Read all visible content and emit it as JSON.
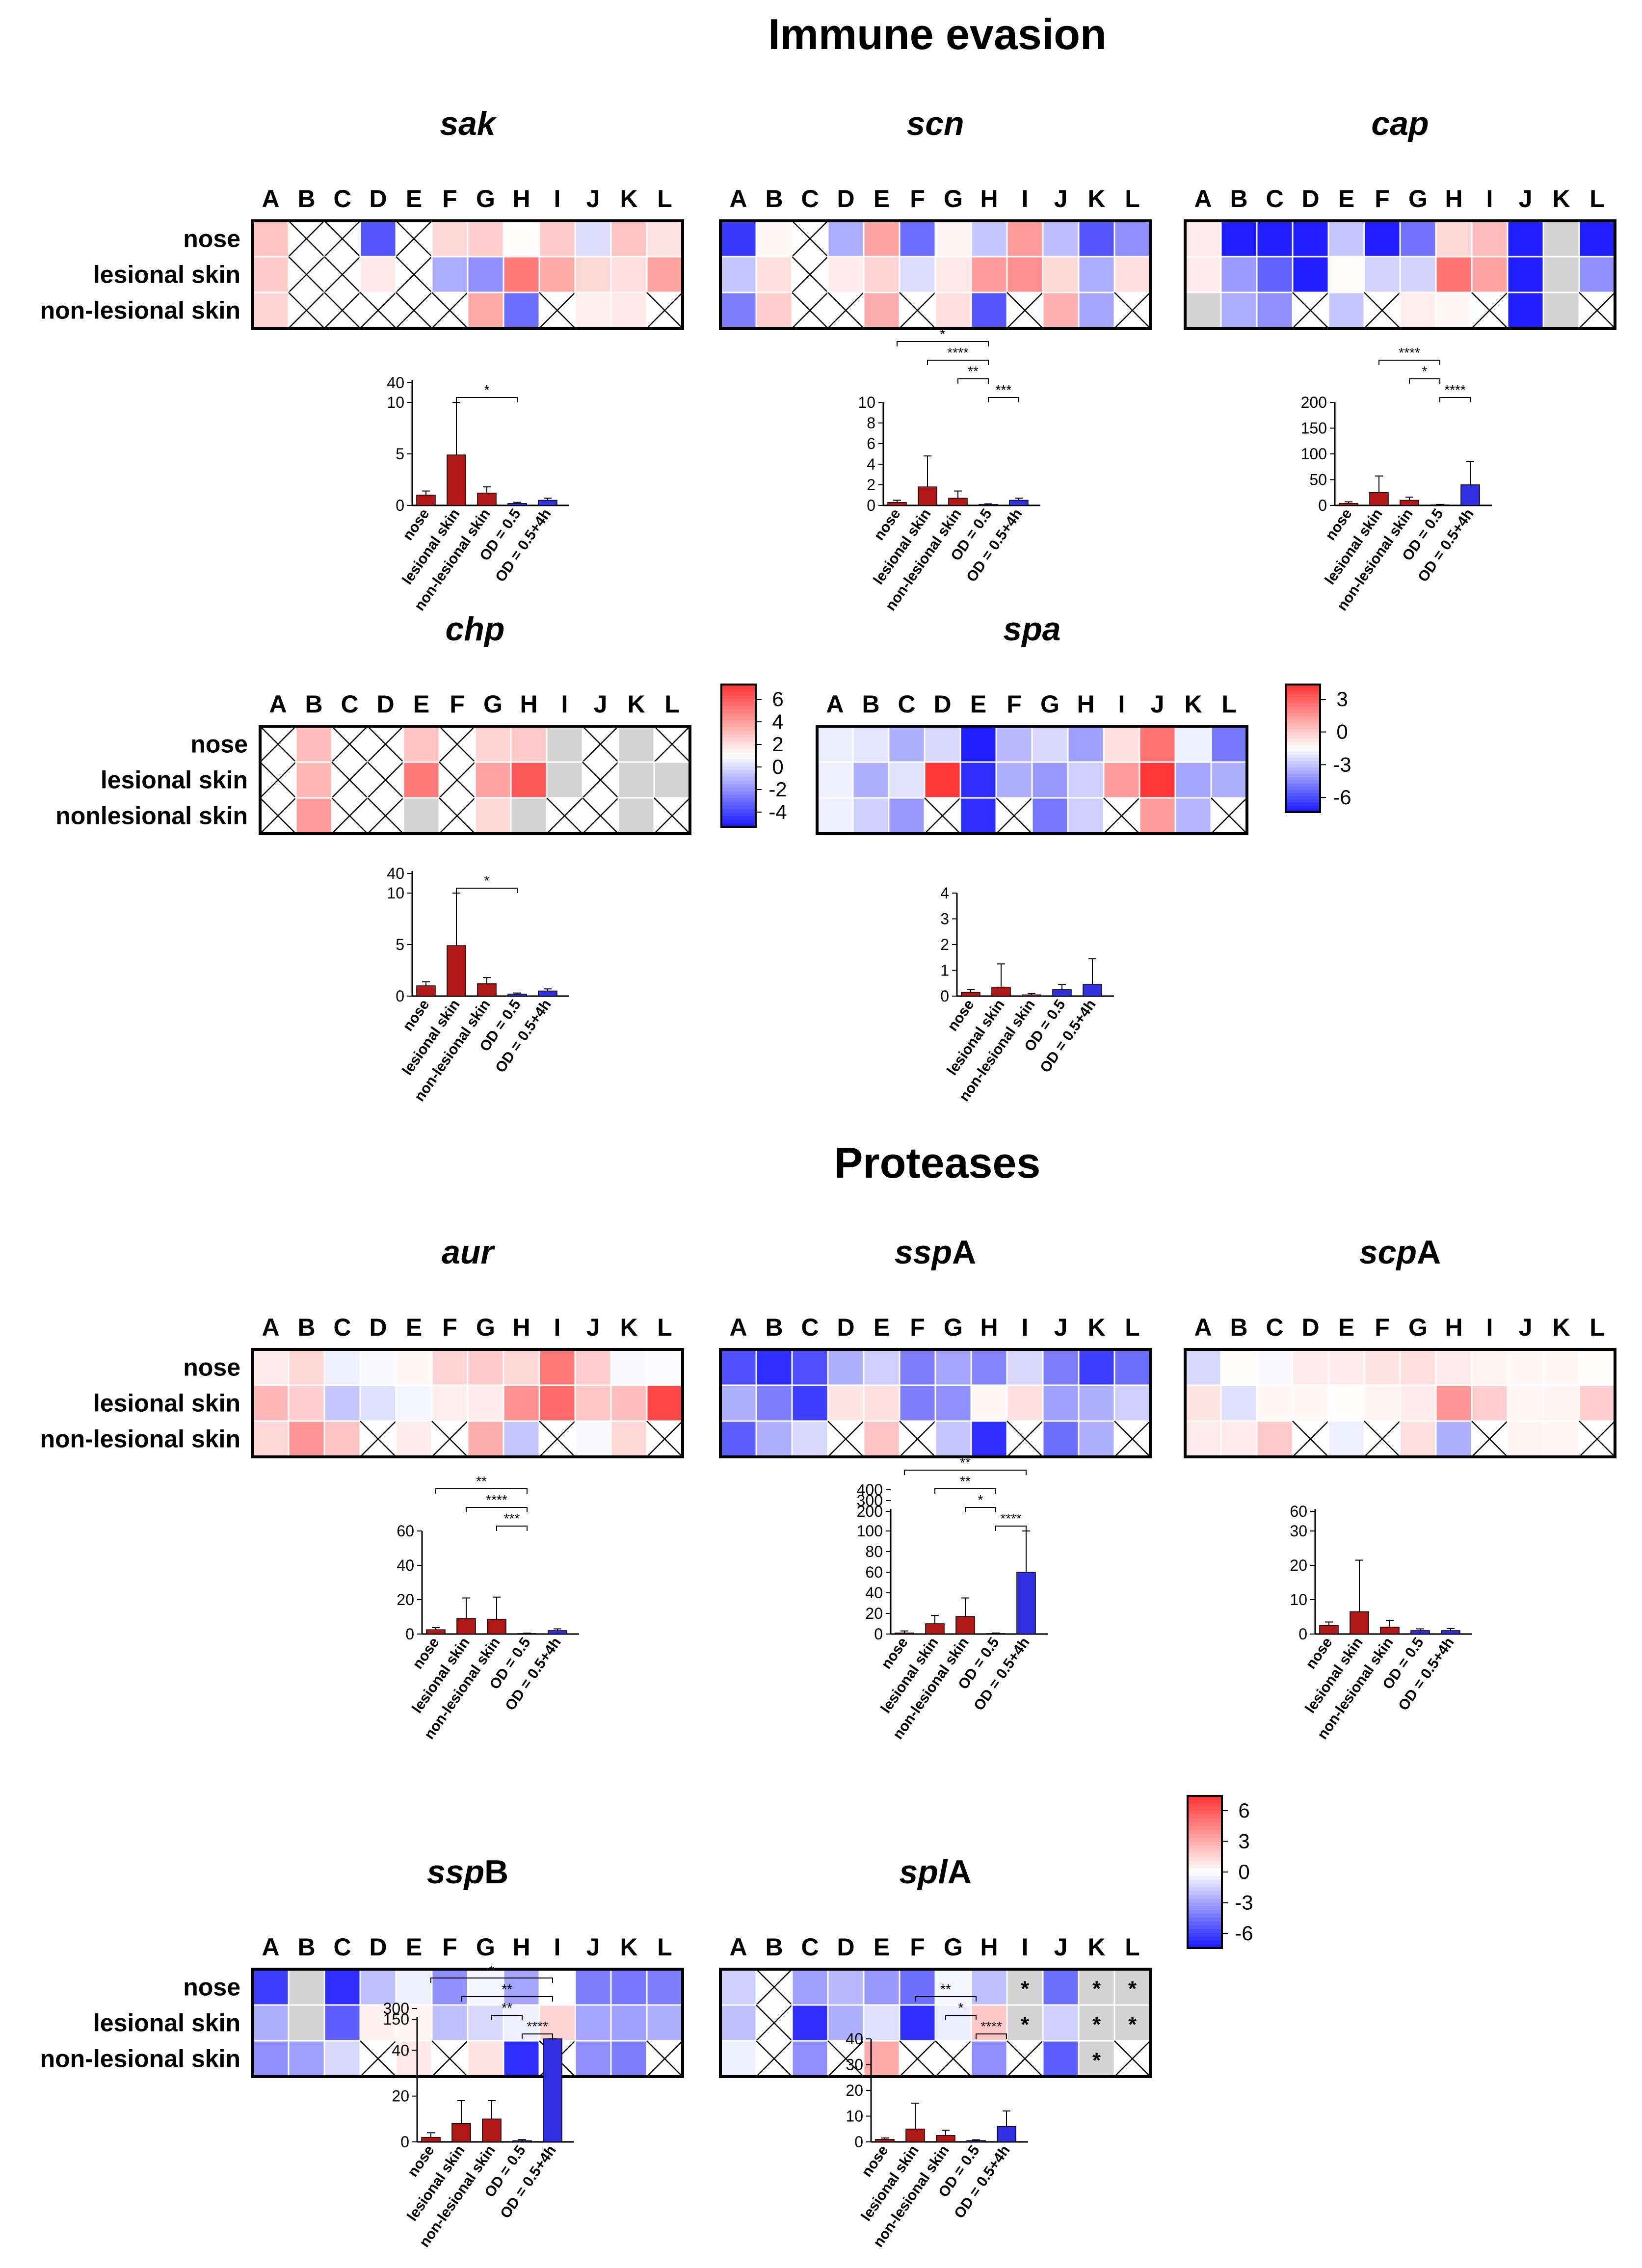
{
  "sections": [
    {
      "title": "Immune evasion"
    },
    {
      "title": "Proteases"
    }
  ],
  "columns": [
    "A",
    "B",
    "C",
    "D",
    "E",
    "F",
    "G",
    "H",
    "I",
    "J",
    "K",
    "L"
  ],
  "bar_categories": [
    "nose",
    "lesional skin",
    "non-lesional skin",
    "OD = 0.5",
    "OD = 0.5+4h"
  ],
  "colorbars": [
    {
      "ticks": [
        "6",
        "4",
        "2",
        "0",
        "-2",
        "-4"
      ]
    },
    {
      "ticks": [
        "3",
        "0",
        "-3",
        "-6"
      ]
    },
    {
      "ticks": [
        "6",
        "3",
        "0",
        "-3",
        "-6"
      ]
    }
  ],
  "chart_data": [
    {
      "type": "heatmap",
      "gene": "sak",
      "gene_italic": "sak",
      "gene_suffix": "",
      "rows": [
        "nose",
        "lesional skin",
        "non-lesional skin"
      ],
      "columns": [
        "A",
        "B",
        "C",
        "D",
        "E",
        "F",
        "G",
        "H",
        "I",
        "J",
        "K",
        "L"
      ],
      "values": [
        [
          1.8,
          "x",
          "x",
          -3.0,
          "x",
          1.2,
          1.5,
          0.1,
          1.6,
          -0.6,
          1.8,
          0.8
        ],
        [
          1.6,
          "x",
          "x",
          0.7,
          "x",
          -1.5,
          -2.0,
          4.0,
          2.6,
          1.2,
          1.0,
          2.8
        ],
        [
          1.3,
          "x",
          "x",
          "x",
          "x",
          "x",
          2.6,
          -2.6,
          "x",
          0.5,
          0.7,
          "x"
        ]
      ],
      "color_range": [
        -4,
        6
      ]
    },
    {
      "type": "bar",
      "gene": "sak",
      "categories": [
        "nose",
        "lesional skin",
        "non-lesional skin",
        "OD = 0.5",
        "OD = 0.5+4h"
      ],
      "values": [
        1.0,
        4.9,
        1.2,
        0.2,
        0.5
      ],
      "errors": [
        0.4,
        5.5,
        0.6,
        0.1,
        0.2
      ],
      "y_ticks": [
        "0",
        "5",
        "10",
        "40"
      ],
      "y_max": 10,
      "broken_axis": true,
      "upper_label": "40",
      "significance": [
        {
          "from": 1,
          "to": 3,
          "label": "*"
        }
      ]
    },
    {
      "type": "heatmap",
      "gene": "scn",
      "gene_italic": "scn",
      "gene_suffix": "",
      "rows": [
        "nose",
        "lesional skin",
        "non-lesional skin"
      ],
      "columns": [
        "A",
        "B",
        "C",
        "D",
        "E",
        "F",
        "G",
        "H",
        "I",
        "J",
        "K",
        "L"
      ],
      "values": [
        [
          -3.5,
          0.2,
          "x",
          -1.5,
          2.8,
          -2.6,
          0.4,
          -1.0,
          3.0,
          -1.2,
          -3.0,
          -2.0
        ],
        [
          -1.0,
          1.0,
          "x",
          0.6,
          1.3,
          -0.6,
          0.7,
          3.0,
          3.4,
          1.2,
          -1.5,
          1.0
        ],
        [
          -2.3,
          1.5,
          "x",
          "x",
          2.5,
          "x",
          1.0,
          -3.0,
          "x",
          2.4,
          -1.6,
          "x"
        ]
      ],
      "color_range": [
        -4,
        6
      ]
    },
    {
      "type": "bar",
      "gene": "scn",
      "categories": [
        "nose",
        "lesional skin",
        "non-lesional skin",
        "OD = 0.5",
        "OD = 0.5+4h"
      ],
      "values": [
        0.3,
        1.8,
        0.7,
        0.1,
        0.5
      ],
      "errors": [
        0.2,
        3.0,
        0.7,
        0.05,
        0.2
      ],
      "y_ticks": [
        "0",
        "2",
        "4",
        "6",
        "8",
        "10"
      ],
      "y_max": 10,
      "broken_axis": false,
      "significance": [
        {
          "from": 0,
          "to": 3,
          "label": "*"
        },
        {
          "from": 1,
          "to": 3,
          "label": "****"
        },
        {
          "from": 2,
          "to": 3,
          "label": "**"
        },
        {
          "from": 3,
          "to": 4,
          "label": "***"
        }
      ]
    },
    {
      "type": "heatmap",
      "gene": "cap",
      "gene_italic": "cap",
      "gene_suffix": "",
      "rows": [
        "nose",
        "lesional skin",
        "non-lesional skin"
      ],
      "columns": [
        "A",
        "B",
        "C",
        "D",
        "E",
        "F",
        "G",
        "H",
        "I",
        "J",
        "K",
        "L"
      ],
      "values": [
        [
          0.6,
          -6.0,
          -6.5,
          -5.2,
          -1.0,
          -6.0,
          -2.5,
          1.2,
          2.0,
          -6.0,
          "na",
          -6.5
        ],
        [
          0.6,
          -1.8,
          -2.8,
          -4.0,
          0.1,
          -0.8,
          -0.8,
          4.2,
          2.8,
          -4.5,
          "na",
          -2.0
        ],
        [
          "na",
          -1.5,
          -2.0,
          "x",
          -1.0,
          "x",
          0.5,
          0.2,
          "x",
          -6.5,
          "na",
          "x"
        ]
      ],
      "color_range": [
        -4,
        6
      ]
    },
    {
      "type": "bar",
      "gene": "cap",
      "categories": [
        "nose",
        "lesional skin",
        "non-lesional skin",
        "OD = 0.5",
        "OD = 0.5+4h"
      ],
      "values": [
        4,
        25,
        10,
        1,
        40
      ],
      "errors": [
        3,
        32,
        6,
        1,
        45
      ],
      "y_ticks": [
        "0",
        "50",
        "100",
        "150",
        "200"
      ],
      "y_max": 200,
      "broken_axis": false,
      "significance": [
        {
          "from": 1,
          "to": 3,
          "label": "****"
        },
        {
          "from": 2,
          "to": 3,
          "label": "*"
        },
        {
          "from": 3,
          "to": 4,
          "label": "****"
        }
      ]
    },
    {
      "type": "heatmap",
      "gene": "chp",
      "gene_italic": "chp",
      "gene_suffix": "",
      "rows": [
        "nose",
        "lesional skin",
        "nonlesional skin"
      ],
      "columns": [
        "A",
        "B",
        "C",
        "D",
        "E",
        "F",
        "G",
        "H",
        "I",
        "J",
        "K",
        "L"
      ],
      "values": [
        [
          "x",
          2.0,
          "x",
          "x",
          1.8,
          "x",
          1.3,
          1.6,
          "na",
          "x",
          "na",
          "x"
        ],
        [
          "x",
          2.2,
          "x",
          "x",
          4.0,
          "x",
          2.8,
          5.0,
          "na",
          "x",
          "na",
          "na"
        ],
        [
          "x",
          3.0,
          "x",
          "x",
          "na",
          "x",
          1.2,
          "na",
          "x",
          "x",
          "na",
          "x"
        ]
      ],
      "color_range": [
        -4,
        6
      ]
    },
    {
      "type": "bar",
      "gene": "chp",
      "categories": [
        "nose",
        "lesional skin",
        "non-lesional skin",
        "OD = 0.5",
        "OD = 0.5+4h"
      ],
      "values": [
        1.0,
        4.9,
        1.2,
        0.2,
        0.5
      ],
      "errors": [
        0.4,
        5.5,
        0.6,
        0.1,
        0.2
      ],
      "y_ticks": [
        "0",
        "5",
        "10",
        "40"
      ],
      "y_max": 10,
      "broken_axis": true,
      "upper_label": "40",
      "significance": [
        {
          "from": 1,
          "to": 3,
          "label": "*"
        }
      ]
    },
    {
      "type": "heatmap",
      "gene": "spa",
      "gene_italic": "spa",
      "gene_suffix": "",
      "rows": [
        "nose",
        "lesional skin",
        "nonlesional skin"
      ],
      "columns": [
        "A",
        "B",
        "C",
        "D",
        "E",
        "F",
        "G",
        "H",
        "I",
        "J",
        "K",
        "L"
      ],
      "values": [
        [
          -0.6,
          -0.8,
          -2.5,
          -1.2,
          -7.0,
          -2.2,
          -1.2,
          -3.0,
          0.6,
          2.8,
          -0.5,
          -4.2
        ],
        [
          -0.5,
          -2.5,
          -0.9,
          4.0,
          -6.5,
          -2.5,
          -3.2,
          -1.5,
          2.0,
          4.5,
          -2.8,
          -2.5
        ],
        [
          -0.5,
          -1.5,
          -3.2,
          "x",
          -6.5,
          "x",
          -4.2,
          -1.5,
          "x",
          2.0,
          -2.3,
          "x"
        ]
      ],
      "color_range": [
        -7,
        4
      ]
    },
    {
      "type": "bar",
      "gene": "spa",
      "categories": [
        "nose",
        "lesional skin",
        "non-lesional skin",
        "OD = 0.5",
        "OD = 0.5+4h"
      ],
      "values": [
        0.15,
        0.35,
        0.05,
        0.25,
        0.45
      ],
      "errors": [
        0.1,
        0.9,
        0.05,
        0.2,
        1.0
      ],
      "y_ticks": [
        "0",
        "1",
        "2",
        "3",
        "4"
      ],
      "y_max": 4,
      "broken_axis": false,
      "significance": []
    },
    {
      "type": "heatmap",
      "gene": "aur",
      "gene_italic": "aur",
      "gene_suffix": "",
      "rows": [
        "nose",
        "lesional skin",
        "non-lesional skin"
      ],
      "columns": [
        "A",
        "B",
        "C",
        "D",
        "E",
        "F",
        "G",
        "H",
        "I",
        "J",
        "K",
        "L"
      ],
      "values": [
        [
          0.6,
          1.2,
          -0.5,
          -0.2,
          0.2,
          1.3,
          1.6,
          1.2,
          4.0,
          1.5,
          -0.2,
          -0.1
        ],
        [
          2.2,
          1.5,
          -1.8,
          -1.0,
          -0.3,
          0.5,
          0.6,
          3.3,
          4.5,
          1.7,
          2.0,
          5.5
        ],
        [
          1.2,
          3.2,
          1.8,
          "x",
          0.6,
          "x",
          2.5,
          -1.8,
          "x",
          -0.2,
          1.2,
          "x"
        ]
      ],
      "color_range": [
        -7,
        6
      ]
    },
    {
      "type": "bar",
      "gene": "aur",
      "categories": [
        "nose",
        "lesional skin",
        "non-lesional skin",
        "OD = 0.5",
        "OD = 0.5+4h"
      ],
      "values": [
        2.5,
        9,
        8.5,
        0.3,
        2
      ],
      "errors": [
        1.2,
        12,
        13,
        0.2,
        1.0
      ],
      "y_ticks": [
        "0",
        "20",
        "40",
        "60"
      ],
      "y_max": 60,
      "broken_axis": false,
      "significance": [
        {
          "from": 0,
          "to": 3,
          "label": "**"
        },
        {
          "from": 1,
          "to": 3,
          "label": "****"
        },
        {
          "from": 2,
          "to": 3,
          "label": "***"
        }
      ]
    },
    {
      "type": "heatmap",
      "gene": "sspA",
      "gene_italic": "ssp",
      "gene_suffix": "A",
      "rows": [
        "nose",
        "lesional skin",
        "non-lesional skin"
      ],
      "columns": [
        "A",
        "B",
        "C",
        "D",
        "E",
        "F",
        "G",
        "H",
        "I",
        "J",
        "K",
        "L"
      ],
      "values": [
        [
          -5.5,
          -6.5,
          -5.5,
          -2.5,
          -1.5,
          -4.0,
          -2.8,
          -3.8,
          -1.2,
          -4.0,
          -6.0,
          -4.5
        ],
        [
          -2.5,
          -4.0,
          -6.0,
          0.8,
          1.0,
          -4.0,
          -3.5,
          0.2,
          1.0,
          -3.0,
          -2.5,
          -1.5
        ],
        [
          -5.0,
          -2.5,
          -1.2,
          "x",
          1.8,
          "x",
          -1.8,
          -6.5,
          "x",
          -4.5,
          -2.5,
          "x"
        ]
      ],
      "color_range": [
        -7,
        6
      ]
    },
    {
      "type": "bar",
      "gene": "sspA",
      "categories": [
        "nose",
        "lesional skin",
        "non-lesional skin",
        "OD = 0.5",
        "OD = 0.5+4h"
      ],
      "values": [
        1,
        10,
        17,
        0.5,
        60
      ],
      "errors": [
        2,
        8,
        18,
        0.5,
        40
      ],
      "y_ticks": [
        "0",
        "20",
        "40",
        "60",
        "80",
        "100",
        "200",
        "300",
        "400"
      ],
      "y_max": 100,
      "broken_axis": true,
      "upper_label": "400",
      "significance": [
        {
          "from": 0,
          "to": 4,
          "label": "**"
        },
        {
          "from": 1,
          "to": 3,
          "label": "**"
        },
        {
          "from": 2,
          "to": 3,
          "label": "*"
        },
        {
          "from": 3,
          "to": 4,
          "label": "****"
        }
      ]
    },
    {
      "type": "heatmap",
      "gene": "scpA",
      "gene_italic": "scp",
      "gene_suffix": "A",
      "rows": [
        "nose",
        "lesional skin",
        "non-lesional skin"
      ],
      "columns": [
        "A",
        "B",
        "C",
        "D",
        "E",
        "F",
        "G",
        "H",
        "I",
        "J",
        "K",
        "L"
      ],
      "values": [
        [
          -1.2,
          0.1,
          -0.2,
          0.6,
          0.6,
          0.8,
          1.0,
          0.6,
          0.4,
          0.2,
          0.2,
          0.1
        ],
        [
          0.8,
          -1.0,
          0.2,
          0.2,
          0.1,
          0.4,
          0.6,
          3.2,
          1.5,
          0.3,
          0.4,
          1.5
        ],
        [
          0.6,
          0.6,
          1.6,
          "x",
          -0.5,
          "x",
          1.0,
          -2.5,
          "x",
          0.4,
          0.3,
          "x"
        ]
      ],
      "color_range": [
        -7,
        6
      ]
    },
    {
      "type": "bar",
      "gene": "scpA",
      "categories": [
        "nose",
        "lesional skin",
        "non-lesional skin",
        "OD = 0.5",
        "OD = 0.5+4h"
      ],
      "values": [
        2.5,
        6.5,
        2,
        1,
        1
      ],
      "errors": [
        1,
        15,
        2,
        0.5,
        0.6
      ],
      "y_ticks": [
        "0",
        "10",
        "20",
        "30",
        "60"
      ],
      "y_max": 30,
      "broken_axis": true,
      "upper_label": "60",
      "significance": []
    },
    {
      "type": "heatmap",
      "gene": "sspB",
      "gene_italic": "ssp",
      "gene_suffix": "B",
      "rows": [
        "nose",
        "lesional skin",
        "non-lesional skin"
      ],
      "columns": [
        "A",
        "B",
        "C",
        "D",
        "E",
        "F",
        "G",
        "H",
        "I",
        "J",
        "K",
        "L"
      ],
      "values": [
        [
          -6.0,
          "na",
          -6.5,
          -2.0,
          -0.5,
          -3.5,
          -0.3,
          -2.8,
          0.0,
          -4.0,
          -4.2,
          -4.0
        ],
        [
          -2.5,
          "na",
          -5.0,
          0.5,
          0.4,
          -2.0,
          -1.2,
          -0.5,
          1.5,
          -2.8,
          -3.0,
          -2.5
        ],
        [
          -3.5,
          -3.0,
          -1.2,
          "x",
          0.8,
          "x",
          1.0,
          -6.5,
          "x",
          -3.5,
          -4.0,
          "x"
        ]
      ],
      "color_range": [
        -7,
        7
      ]
    },
    {
      "type": "bar",
      "gene": "sspB",
      "categories": [
        "nose",
        "lesional skin",
        "non-lesional skin",
        "OD = 0.5",
        "OD = 0.5+4h"
      ],
      "values": [
        2,
        8,
        10,
        0.5,
        45
      ],
      "errors": [
        2,
        10,
        8,
        0.5,
        10
      ],
      "y_ticks": [
        "0",
        "20",
        "40",
        "150",
        "300"
      ],
      "y_max": 45,
      "broken_axis": true,
      "upper_label": "300",
      "significance": [
        {
          "from": 0,
          "to": 4,
          "label": "*"
        },
        {
          "from": 1,
          "to": 4,
          "label": "**"
        },
        {
          "from": 2,
          "to": 3,
          "label": "**"
        },
        {
          "from": 3,
          "to": 4,
          "label": "****"
        }
      ]
    },
    {
      "type": "heatmap",
      "gene": "splA",
      "gene_italic": "spl",
      "gene_suffix": "A",
      "rows": [
        "nose",
        "lesional skin",
        "non-lesional skin"
      ],
      "columns": [
        "A",
        "B",
        "C",
        "D",
        "E",
        "F",
        "G",
        "H",
        "I",
        "J",
        "K",
        "L"
      ],
      "values": [
        [
          -1.5,
          "x",
          -3.0,
          -2.2,
          -3.2,
          -4.5,
          -0.3,
          -2.0,
          "na*",
          -4.5,
          "na*",
          "na*"
        ],
        [
          -2.0,
          "x",
          -6.5,
          -2.5,
          -1.0,
          -6.5,
          -0.6,
          2.0,
          "na*",
          -1.5,
          "na*",
          "na*"
        ],
        [
          -0.5,
          "x",
          -3.5,
          "x",
          3.0,
          "x",
          "x",
          -3.5,
          "x",
          -5.0,
          "na*",
          "x"
        ]
      ],
      "color_range": [
        -7,
        7
      ],
      "marked_label": "*"
    },
    {
      "type": "bar",
      "gene": "splA",
      "categories": [
        "nose",
        "lesional skin",
        "non-lesional skin",
        "OD = 0.5",
        "OD = 0.5+4h"
      ],
      "values": [
        1,
        5,
        2.5,
        0.5,
        6
      ],
      "errors": [
        0.5,
        10,
        2,
        0.3,
        6
      ],
      "y_ticks": [
        "0",
        "10",
        "20",
        "30",
        "40"
      ],
      "y_max": 40,
      "broken_axis": false,
      "significance": [
        {
          "from": 1,
          "to": 3,
          "label": "**"
        },
        {
          "from": 2,
          "to": 3,
          "label": "*"
        },
        {
          "from": 3,
          "to": 4,
          "label": "****"
        }
      ]
    }
  ]
}
